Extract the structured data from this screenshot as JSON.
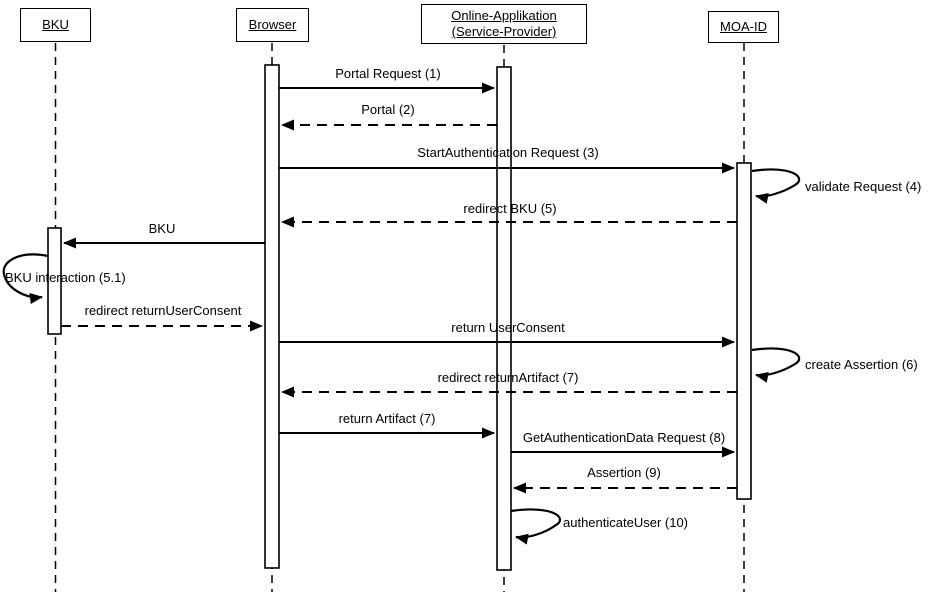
{
  "diagram": {
    "kind": "uml-sequence-diagram",
    "background_color": "#ffffff",
    "line_color": "#000000"
  },
  "actors": [
    {
      "id": "bku",
      "label": "BKU"
    },
    {
      "id": "browser",
      "label": "Browser"
    },
    {
      "id": "online-app",
      "label": "Online-Applikation (Service-Provider)"
    },
    {
      "id": "moa-id",
      "label": "MOA-ID"
    }
  ],
  "messages": [
    {
      "label": "Portal Request (1)",
      "from": "Browser",
      "to": "Online-Applikation (Service-Provider)",
      "style": "solid"
    },
    {
      "label": "Portal (2)",
      "from": "Online-Applikation (Service-Provider)",
      "to": "Browser",
      "style": "dashed"
    },
    {
      "label": "StartAuthentication Request (3)",
      "from": "Browser",
      "to": "MOA-ID",
      "style": "solid"
    },
    {
      "label": "validate Request (4)",
      "from": "MOA-ID",
      "to": "MOA-ID",
      "style": "self"
    },
    {
      "label": "redirect BKU (5)",
      "from": "MOA-ID",
      "to": "Browser",
      "style": "dashed"
    },
    {
      "label": "BKU",
      "from": "Browser",
      "to": "BKU",
      "style": "solid"
    },
    {
      "label": "BKU interaction (5.1)",
      "from": "BKU",
      "to": "BKU",
      "style": "self"
    },
    {
      "label": "redirect returnUserConsent",
      "from": "BKU",
      "to": "Browser",
      "style": "dashed"
    },
    {
      "label": "return UserConsent",
      "from": "Browser",
      "to": "MOA-ID",
      "style": "solid"
    },
    {
      "label": "create Assertion (6)",
      "from": "MOA-ID",
      "to": "MOA-ID",
      "style": "self"
    },
    {
      "label": "redirect returnArtifact (7)",
      "from": "MOA-ID",
      "to": "Browser",
      "style": "dashed"
    },
    {
      "label": "return Artifact (7)",
      "from": "Browser",
      "to": "Online-Applikation (Service-Provider)",
      "style": "solid"
    },
    {
      "label": "GetAuthenticationData Request (8)",
      "from": "Online-Applikation (Service-Provider)",
      "to": "MOA-ID",
      "style": "solid"
    },
    {
      "label": "Assertion (9)",
      "from": "MOA-ID",
      "to": "Online-Applikation (Service-Provider)",
      "style": "dashed"
    },
    {
      "label": "authenticateUser (10)",
      "from": "Online-Applikation (Service-Provider)",
      "to": "Online-Applikation (Service-Provider)",
      "style": "self"
    }
  ]
}
